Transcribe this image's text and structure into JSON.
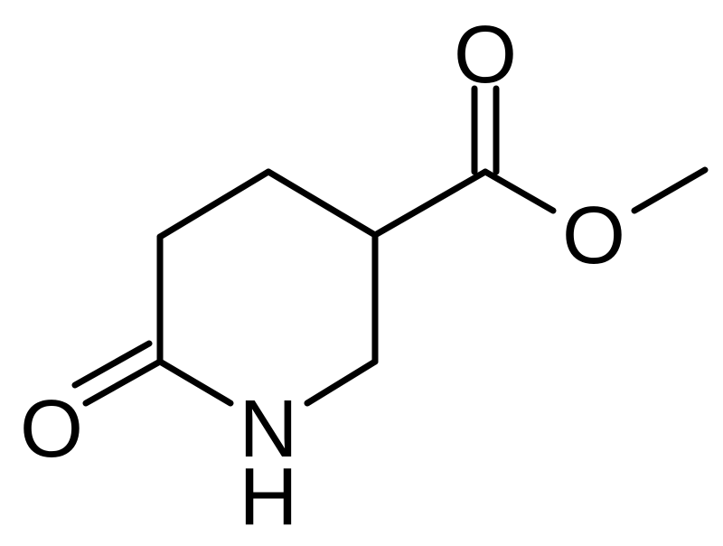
{
  "molecule": {
    "atoms": {
      "carbonyl_oxygen": "O",
      "ester_carbonyl_oxygen": "O",
      "ester_oxygen": "O",
      "nitrogen": "N",
      "nitrogen_hydrogen": "H"
    }
  },
  "colors": {
    "bond": "#000000",
    "label": "#000000",
    "background": "#ffffff"
  }
}
